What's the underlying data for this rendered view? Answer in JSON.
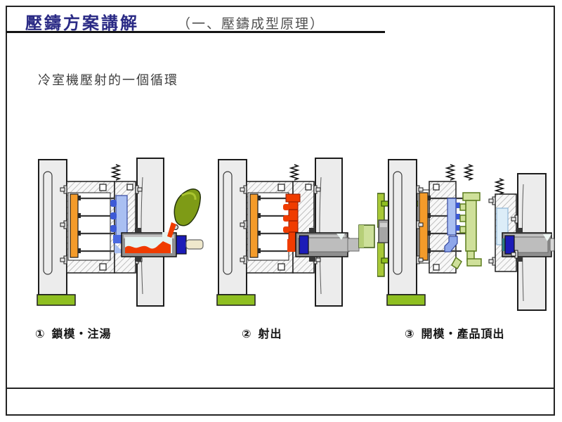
{
  "slide": {
    "title": "壓鑄方案講解",
    "subtitle": "（一、壓鑄成型原理）",
    "body_heading": "冷室機壓射的一個循環",
    "stages": [
      {
        "number": "①",
        "label": "鎖模・注湯"
      },
      {
        "number": "②",
        "label": "射出"
      },
      {
        "number": "③",
        "label": "開模・產品頂出"
      }
    ],
    "colors": {
      "title_text": "#2a2a85",
      "subtitle_text": "#4f4f4f",
      "platen_gray": "#ececec",
      "ejector_plate_orange": "#f49b2a",
      "molten_metal_red": "#f03c00",
      "cavity_blue": "#a9bff2",
      "core_blue": "#3d5ad6",
      "plunger_blue": "#1c1cb8",
      "machine_foot_green": "#8fbf21",
      "ladle_olive": "#7e9b16",
      "casting_green": "#cfe09a"
    }
  }
}
